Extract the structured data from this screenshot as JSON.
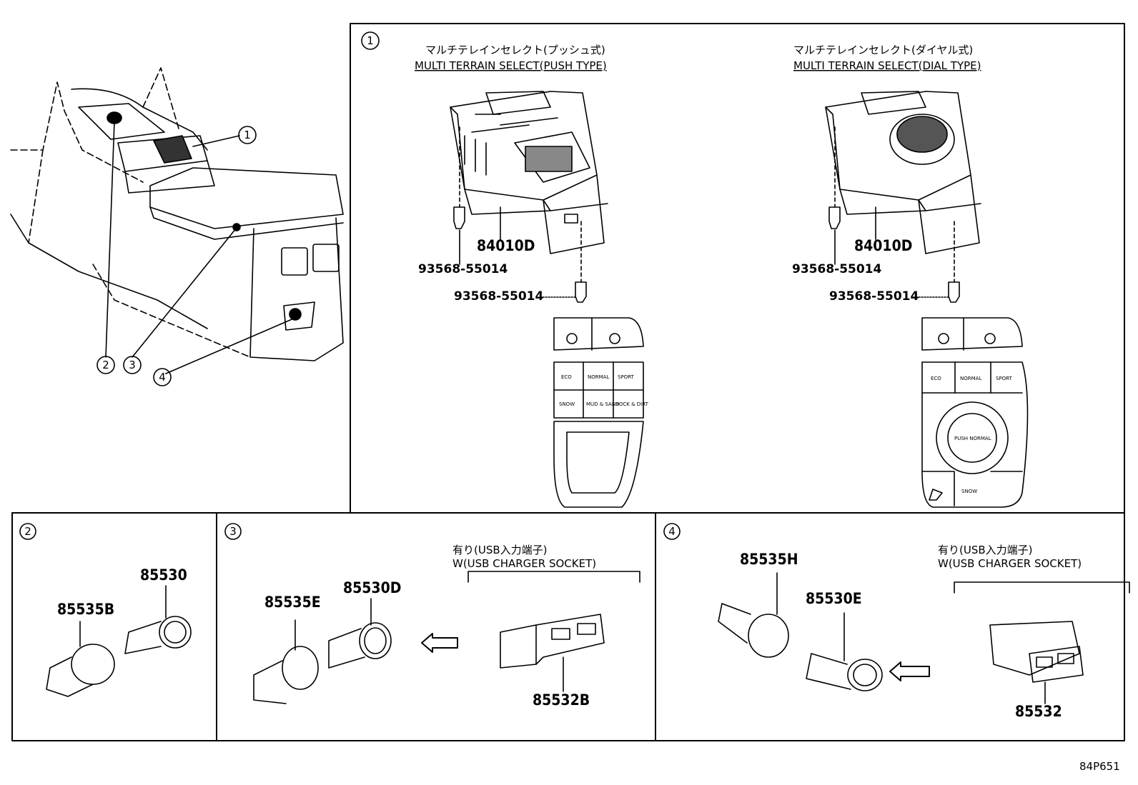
{
  "callouts": {
    "c1": "1",
    "c2": "2",
    "c3": "3",
    "c4": "4"
  },
  "panel1": {
    "push": {
      "title_jp": "マルチテレインセレクト(プッシュ式)",
      "title_en": "MULTI TERRAIN SELECT(PUSH TYPE)",
      "part": "84010D",
      "screw_left": "93568-55014",
      "screw_bottom": "93568-55014",
      "buttons": [
        "ECO",
        "NORMAL",
        "SPORT",
        "SNOW",
        "MUD & SAND",
        "ROCK & DIRT"
      ]
    },
    "dial": {
      "title_jp": "マルチテレインセレクト(ダイヤル式)",
      "title_en": "MULTI TERRAIN SELECT(DIAL TYPE)",
      "part": "84010D",
      "screw_left": "93568-55014",
      "screw_bottom": "93568-55014",
      "buttons": [
        "ECO",
        "NORMAL",
        "SPORT",
        "PUSH NORMAL",
        "SNOW"
      ]
    }
  },
  "panel2": {
    "part_a": "85535B",
    "part_b": "85530"
  },
  "panel3": {
    "part_a": "85535E",
    "part_b": "85530D",
    "note_jp": "有り(USB入力端子)",
    "note_en": "W(USB CHARGER SOCKET)",
    "part_c": "85532B"
  },
  "panel4": {
    "part_a": "85535H",
    "part_b": "85530E",
    "note_jp": "有り(USB入力端子)",
    "note_en": "W(USB CHARGER SOCKET)",
    "part_c": "85532"
  },
  "diagram_code": "84P651"
}
